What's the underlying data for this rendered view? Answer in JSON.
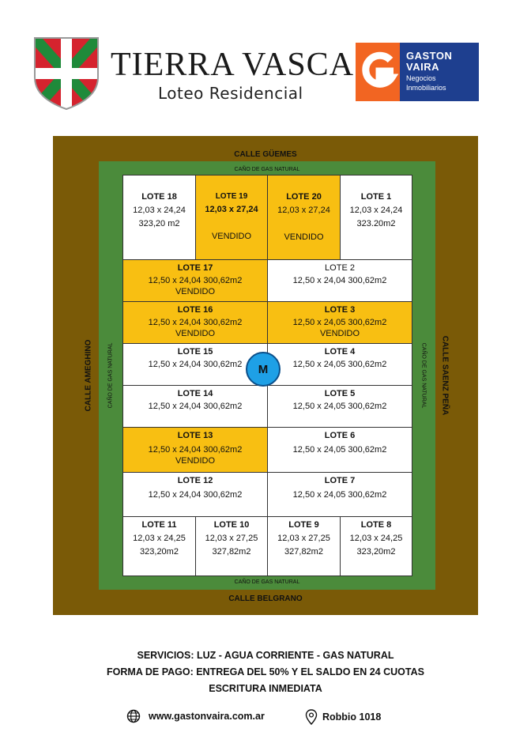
{
  "header": {
    "brand_title": "TIERRA VASCA",
    "brand_subtitle": "Loteo Residencial",
    "agency_name_line1": "GASTON",
    "agency_name_line2": "VAIRA",
    "agency_tag_line1": "Negocios",
    "agency_tag_line2": "Inmobiliarios"
  },
  "map": {
    "streets": {
      "top": "CALLE GÜEMES",
      "bottom": "CALLE BELGRANO",
      "left": "CALLE AMEGHINO",
      "right": "CALLE SAENZ PEÑA"
    },
    "gas_line": "CAÑO DE GAS NATURAL",
    "manhole_label": "M",
    "lots": [
      {
        "id": "lote18",
        "name": "LOTE 18",
        "dims": "12,03 x 24,24",
        "area": "323,20 m2",
        "status": "",
        "sold": false
      },
      {
        "id": "lote19",
        "name": "LOTE 19",
        "dims": "12,03 x 27,24",
        "area": "",
        "status": "VENDIDO",
        "sold": true
      },
      {
        "id": "lote20",
        "name": "LOTE 20",
        "dims": "12,03 x 27,24",
        "area": "",
        "status": "VENDIDO",
        "sold": true
      },
      {
        "id": "lote1",
        "name": "LOTE 1",
        "dims": "12,03 x 24,24",
        "area": "323.20m2",
        "status": "",
        "sold": false
      },
      {
        "id": "lote17",
        "name": "LOTE 17",
        "dims": "12,50 x 24,04  300,62m2",
        "status": "VENDIDO",
        "sold": true
      },
      {
        "id": "lote2",
        "name": "LOTE 2",
        "dims": "12,50 x 24,04  300,62m2",
        "status": "",
        "sold": false
      },
      {
        "id": "lote16",
        "name": "LOTE 16",
        "dims": "12,50 x 24,04  300,62m2",
        "status": "VENDIDO",
        "sold": true
      },
      {
        "id": "lote3",
        "name": "LOTE 3",
        "dims": "12,50 x 24,05  300,62m2",
        "status": "VENDIDO",
        "sold": true
      },
      {
        "id": "lote15",
        "name": "LOTE 15",
        "dims": "12,50 x 24,04  300,62m2",
        "status": "",
        "sold": false
      },
      {
        "id": "lote4",
        "name": "LOTE 4",
        "dims": "12,50 x 24,05  300,62m2",
        "status": "",
        "sold": false
      },
      {
        "id": "lote14",
        "name": "LOTE 14",
        "dims": "12,50 x 24,04  300,62m2",
        "status": "",
        "sold": false
      },
      {
        "id": "lote5",
        "name": "LOTE 5",
        "dims": "12,50 x 24,05  300,62m2",
        "status": "",
        "sold": false
      },
      {
        "id": "lote13",
        "name": "LOTE 13",
        "dims": "12,50 x 24,04  300,62m2",
        "status": "VENDIDO",
        "sold": true
      },
      {
        "id": "lote6",
        "name": "LOTE 6",
        "dims": "12,50 x 24,05  300,62m2",
        "status": "",
        "sold": false
      },
      {
        "id": "lote12",
        "name": "LOTE 12",
        "dims": "12,50 x 24,04  300,62m2",
        "status": "",
        "sold": false
      },
      {
        "id": "lote7",
        "name": "LOTE 7",
        "dims": "12,50 x 24,05  300,62m2",
        "status": "",
        "sold": false
      },
      {
        "id": "lote11",
        "name": "LOTE 11",
        "dims": "12,03 x 24,25",
        "area": "323,20m2",
        "status": "",
        "sold": false
      },
      {
        "id": "lote10",
        "name": "LOTE 10",
        "dims": "12,03 x 27,25",
        "area": "327,82m2",
        "status": "",
        "sold": false
      },
      {
        "id": "lote9",
        "name": "LOTE 9",
        "dims": "12,03 x 27,25",
        "area": "327,82m2",
        "status": "",
        "sold": false
      },
      {
        "id": "lote8",
        "name": "LOTE 8",
        "dims": "12,03 x 24,25",
        "area": "323,20m2",
        "status": "",
        "sold": false
      }
    ]
  },
  "footer": {
    "services": "SERVICIOS: LUZ - AGUA CORRIENTE - GAS NATURAL",
    "payment": "FORMA DE PAGO: ENTREGA DEL 50% Y EL SALDO EN 24 CUOTAS",
    "deed": "ESCRITURA INMEDIATA",
    "website": "www.gastonvaira.com.ar",
    "address": "Robbio 1018",
    "website_icon": "globe-icon",
    "address_icon": "location-pin-icon"
  },
  "colors": {
    "sold": "#f8bf12",
    "available": "#ffffff",
    "street_band": "#7a5a07",
    "gas_band": "#4b8b3b",
    "manhole": "#1ea0e6",
    "agency_orange": "#f26522",
    "agency_blue": "#1e3f8f"
  }
}
